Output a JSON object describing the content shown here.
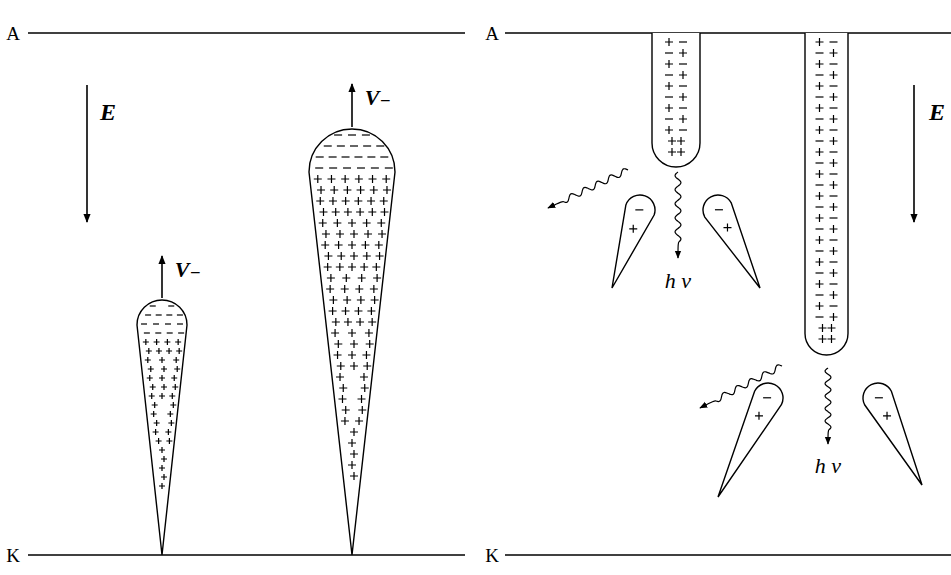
{
  "diagram": {
    "labels": [
      "A",
      "K",
      "E",
      "V₋",
      "V₋",
      "A",
      "E",
      "K",
      "h ν",
      "h ν"
    ]
  }
}
